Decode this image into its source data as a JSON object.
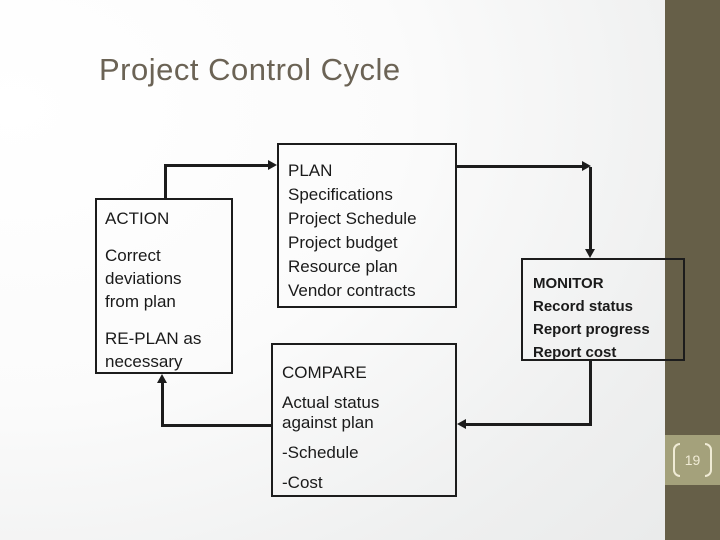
{
  "slide": {
    "title": "Project Control Cycle",
    "page_number": "19"
  },
  "diagram": {
    "action": {
      "title": "ACTION",
      "paragraphs": [
        "Correct deviations from plan",
        "RE-PLAN as necessary"
      ]
    },
    "plan": {
      "title": "PLAN",
      "items": [
        "Specifications",
        "Project Schedule",
        "Project budget",
        "Resource plan",
        "Vendor contracts"
      ]
    },
    "monitor": {
      "title": "MONITOR",
      "items": [
        "Record status",
        "Report progress",
        "Report cost"
      ]
    },
    "compare": {
      "title": "COMPARE",
      "paragraphs": [
        "Actual status against plan"
      ],
      "items": [
        "-Schedule",
        "-Cost"
      ]
    }
  },
  "colors": {
    "sidebar": "#665f48",
    "badge_background": "#a4a17b",
    "badge_text": "#f0ebd5",
    "title_text": "#6b6355",
    "diagram_line": "#1c1c1c",
    "body_text": "#1a1a1a"
  }
}
